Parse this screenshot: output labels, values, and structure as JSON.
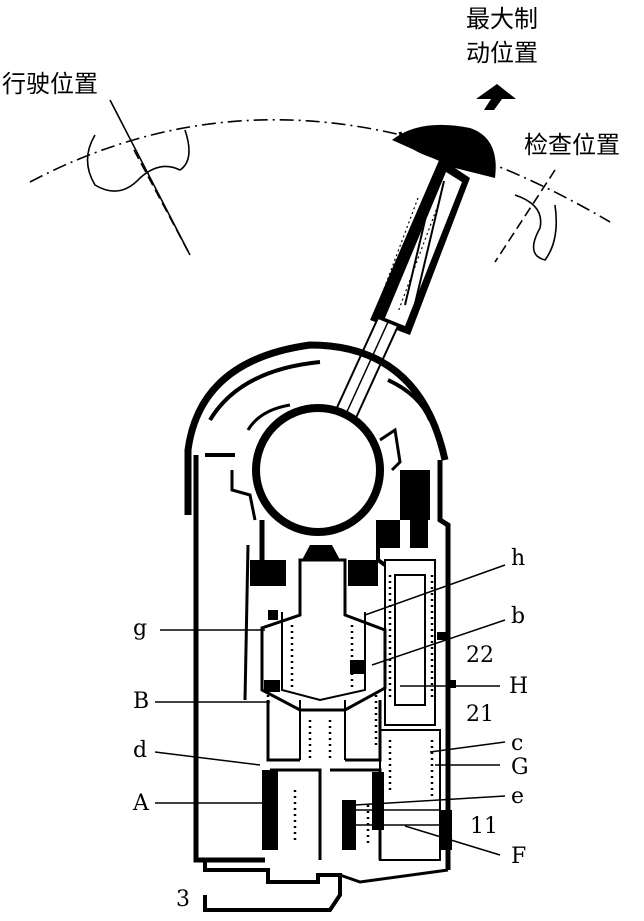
{
  "labels": {
    "max_brake_line1": "最大制",
    "max_brake_line2": "动位置",
    "running": "行驶位置",
    "check": "检查位置",
    "h": "h",
    "g": "g",
    "b": "b",
    "n22": "22",
    "H": "H",
    "B": "B",
    "n21": "21",
    "d": "d",
    "c": "c",
    "G": "G",
    "A": "A",
    "e": "e",
    "n11": "11",
    "F": "F",
    "n3": "3"
  }
}
